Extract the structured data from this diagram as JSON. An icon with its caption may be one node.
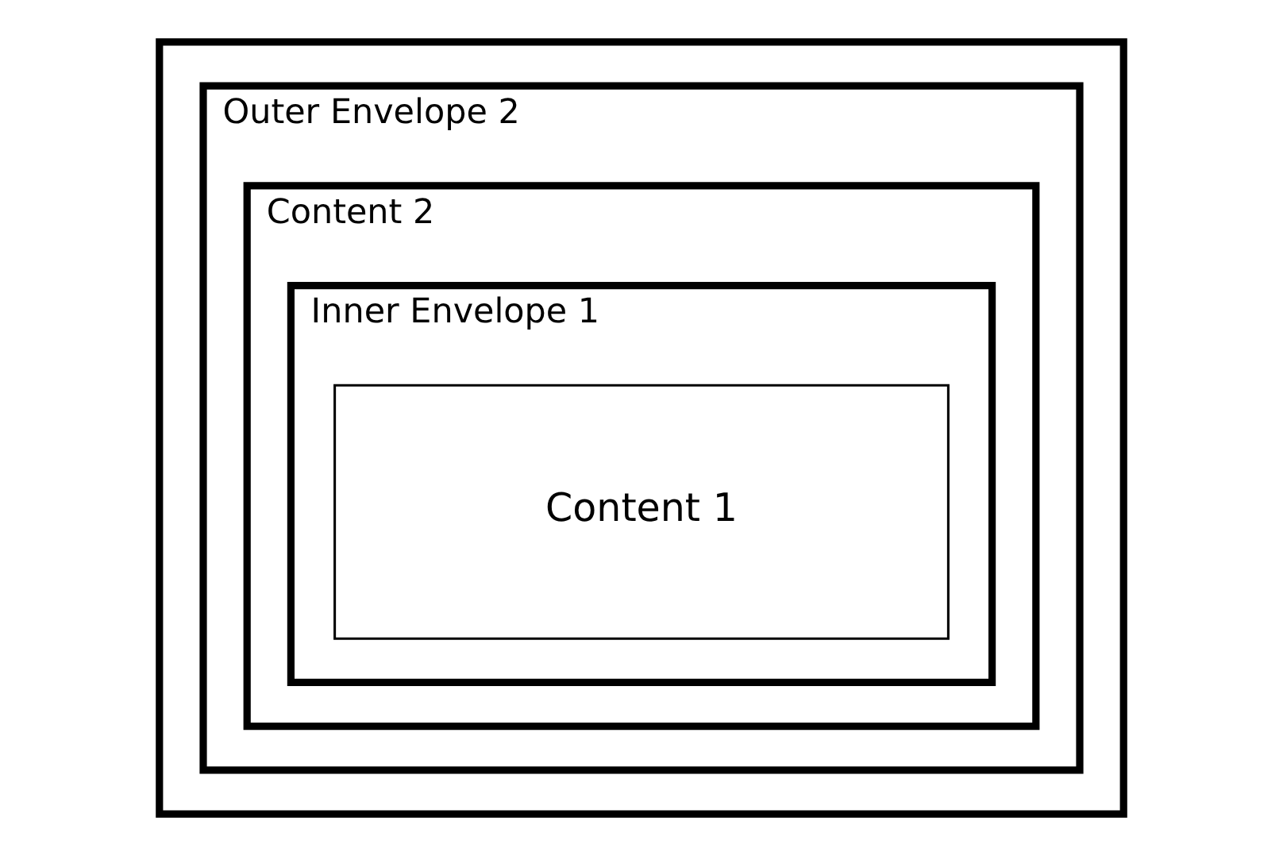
{
  "diagram": {
    "nodes": [
      {
        "text": [],
        "shape": "box"
      },
      {
        "text": [
          "Outer Envelope 2"
        ],
        "in": 0
      },
      {
        "text": [
          "Content 2"
        ],
        "in": 1
      },
      {
        "text": [
          "Inner Envelope 1"
        ],
        "in": 2
      },
      {
        "text": [
          "Content 1"
        ],
        "in": 3
      }
    ]
  }
}
